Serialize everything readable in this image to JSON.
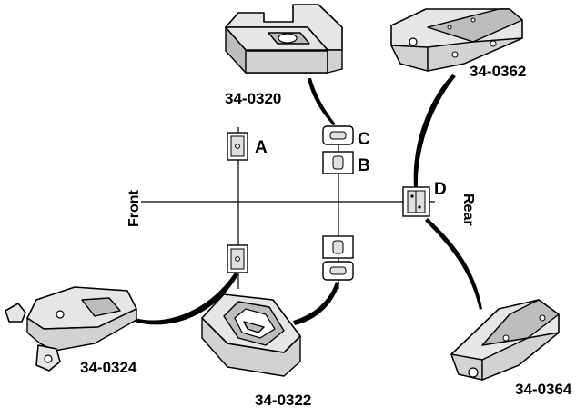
{
  "labels": {
    "front": "Front",
    "rear": "Rear",
    "a": "A",
    "b": "B",
    "c": "C",
    "d": "D"
  },
  "parts": {
    "p0320": "34-0320",
    "p0362": "34-0362",
    "p0324": "34-0324",
    "p0322": "34-0322",
    "p0364": "34-0364"
  }
}
